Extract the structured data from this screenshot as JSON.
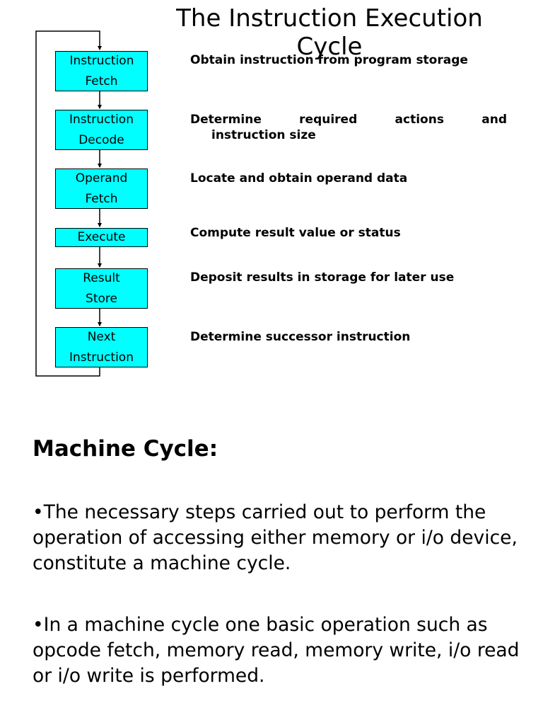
{
  "title": "The Instruction Execution Cycle",
  "steps": [
    {
      "box": "Instruction Fetch",
      "description": "Obtain instruction from program storage"
    },
    {
      "box": "Instruction Decode",
      "description_line1": "Determine required actions and",
      "description_line2": "instruction size"
    },
    {
      "box": "Operand Fetch",
      "description": "Locate and obtain operand data"
    },
    {
      "box": "Execute",
      "description": "Compute result value or status"
    },
    {
      "box": "Result Store",
      "description": "Deposit results in storage for later use"
    },
    {
      "box": "Next Instruction",
      "description": "Determine successor instruction"
    }
  ],
  "colors": {
    "box_fill": "#00ffff",
    "line": "#000000"
  },
  "machine_cycle": {
    "heading": "Machine Cycle:",
    "bullets": [
      "•The necessary steps carried out to perform the operation of accessing either memory or i/o device, constitute a machine cycle.",
      "•In a machine cycle one basic operation such as opcode fetch, memory read, memory write, i/o read or i/o write is performed."
    ]
  }
}
